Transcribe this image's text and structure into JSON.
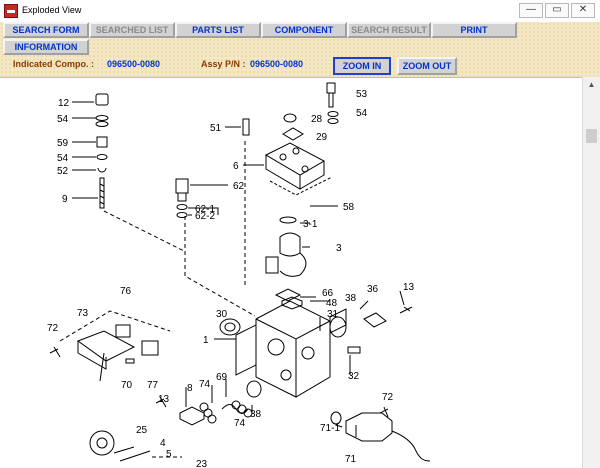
{
  "window": {
    "title": "Exploded View",
    "minimize": "—",
    "restore": "▭",
    "close": "✕"
  },
  "toolbar": {
    "search_form": "SEARCH FORM",
    "searched_list": "SEARCHED LIST",
    "parts_list": "PARTS LIST",
    "component": "COMPONENT",
    "search_result": "SEARCH RESULT",
    "print": "PRINT",
    "information": "INFORMATION"
  },
  "info": {
    "indicated_label": "Indicated Compo. :",
    "indicated_value": "096500-0080",
    "assy_label": "Assy P/N :",
    "assy_value": "096500-0080"
  },
  "zoom": {
    "in": "ZOOM IN",
    "out": "ZOOM OUT"
  },
  "diagram": {
    "labels": {
      "l12": "12",
      "l54a": "54",
      "l59": "59",
      "l54b": "54",
      "l52": "52",
      "l9": "9",
      "l53": "53",
      "l54c": "54",
      "l28": "28",
      "l29": "29",
      "l51": "51",
      "l6": "6",
      "l62": "62",
      "l621": "62-1",
      "l622": "62-2",
      "l58": "58",
      "l31l": "3-1",
      "l3": "3",
      "l66": "66",
      "l48": "48",
      "l38a": "38",
      "l36": "36",
      "l13a": "13",
      "l76": "76",
      "l73": "73",
      "l72a": "72",
      "l70": "70",
      "l77": "77",
      "l30": "30",
      "l1": "1",
      "l31": "31",
      "l32": "32",
      "l8": "8",
      "l74a": "74",
      "l69": "69",
      "l38b": "38",
      "l74b": "74",
      "l13b": "13",
      "l25": "25",
      "l4": "4",
      "l5": "5",
      "l23": "23",
      "l72b": "72",
      "l711": "71-1",
      "l71": "71"
    }
  }
}
